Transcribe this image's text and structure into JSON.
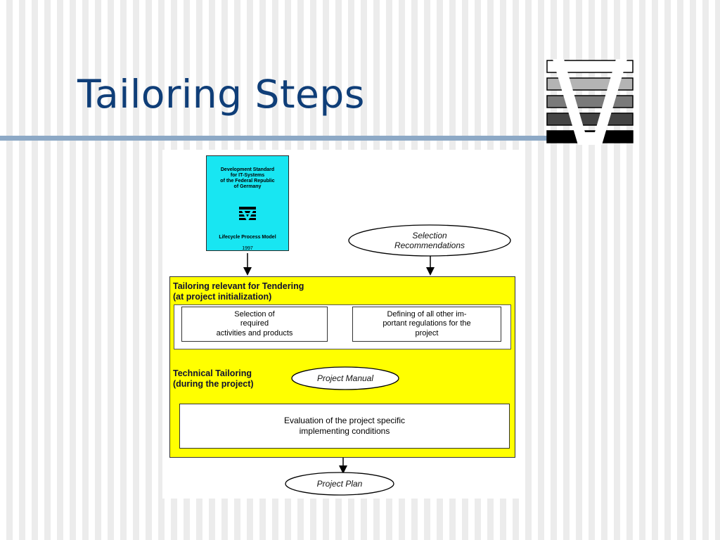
{
  "slide": {
    "title": "Tailoring Steps"
  },
  "colors": {
    "title": "#0f3e78",
    "rule": "#8da9c6",
    "book_fill": "#18e6f2",
    "panel_fill": "#ffff00"
  },
  "book": {
    "text": "Development Standard\nfor IT-Systems\nof the Federal Republic\nof Germany",
    "model": "Lifecycle Process Model",
    "year": "1997"
  },
  "selection": {
    "label": "Selection\nRecommendations"
  },
  "tendering": {
    "heading": "Tailoring relevant for Tendering\n(at project initialization)",
    "box_left": "Selection of\nrequired\nactivities and products",
    "box_right": "Defining of all other im-\nportant regulations for the\nproject"
  },
  "technical": {
    "heading": "Technical Tailoring\n(during the project)",
    "manual": "Project Manual",
    "evaluation": "Evaluation of the project specific\nimplementing conditions"
  },
  "output": {
    "plan": "Project Plan"
  }
}
